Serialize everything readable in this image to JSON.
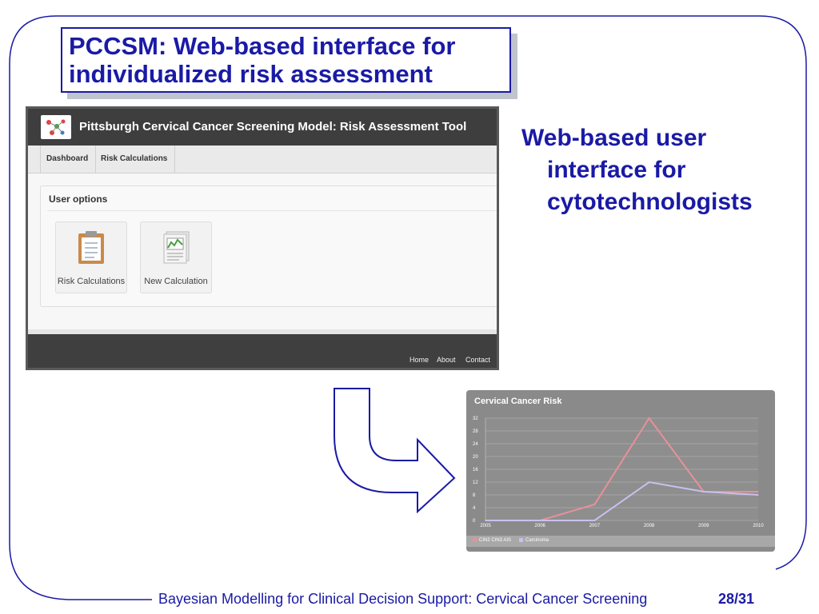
{
  "slide": {
    "title_line1": "PCCSM: Web-based interface for",
    "title_line2": "individualized risk assessment",
    "bullet_line1": "Web-based user",
    "bullet_line2": "interface for",
    "bullet_line3": "cytotechnologists",
    "footer": "Bayesian Modelling for Clinical Decision Support: Cervical Cancer Screening",
    "page_current": "28",
    "page_total": "31",
    "accent_color": "#1a1aa6"
  },
  "app": {
    "title": "Pittsburgh Cervical Cancer Screening Model: Risk Assessment Tool",
    "nav": [
      "Dashboard",
      "Risk Calculations"
    ],
    "panel_title": "User options",
    "options": [
      "Risk Calculations",
      "New Calculation"
    ],
    "footer_links": [
      "Home",
      "About",
      "Contact"
    ]
  },
  "chart_data": {
    "type": "line",
    "title": "Cervical Cancer Risk",
    "x": [
      "2005",
      "2006",
      "2007",
      "2008",
      "2009",
      "2010"
    ],
    "ylim": [
      0,
      32
    ],
    "yticks": [
      0,
      4,
      8,
      12,
      16,
      20,
      24,
      28,
      32
    ],
    "grid": true,
    "legend_position": "bottom",
    "series": [
      {
        "name": "CIN2 CIN3 AIS",
        "color": "#e8909a",
        "values": [
          0,
          0,
          5,
          32,
          9,
          9
        ]
      },
      {
        "name": "Carcinoma",
        "color": "#c8c0ee",
        "values": [
          0,
          0,
          0,
          12,
          9,
          8
        ]
      }
    ]
  }
}
